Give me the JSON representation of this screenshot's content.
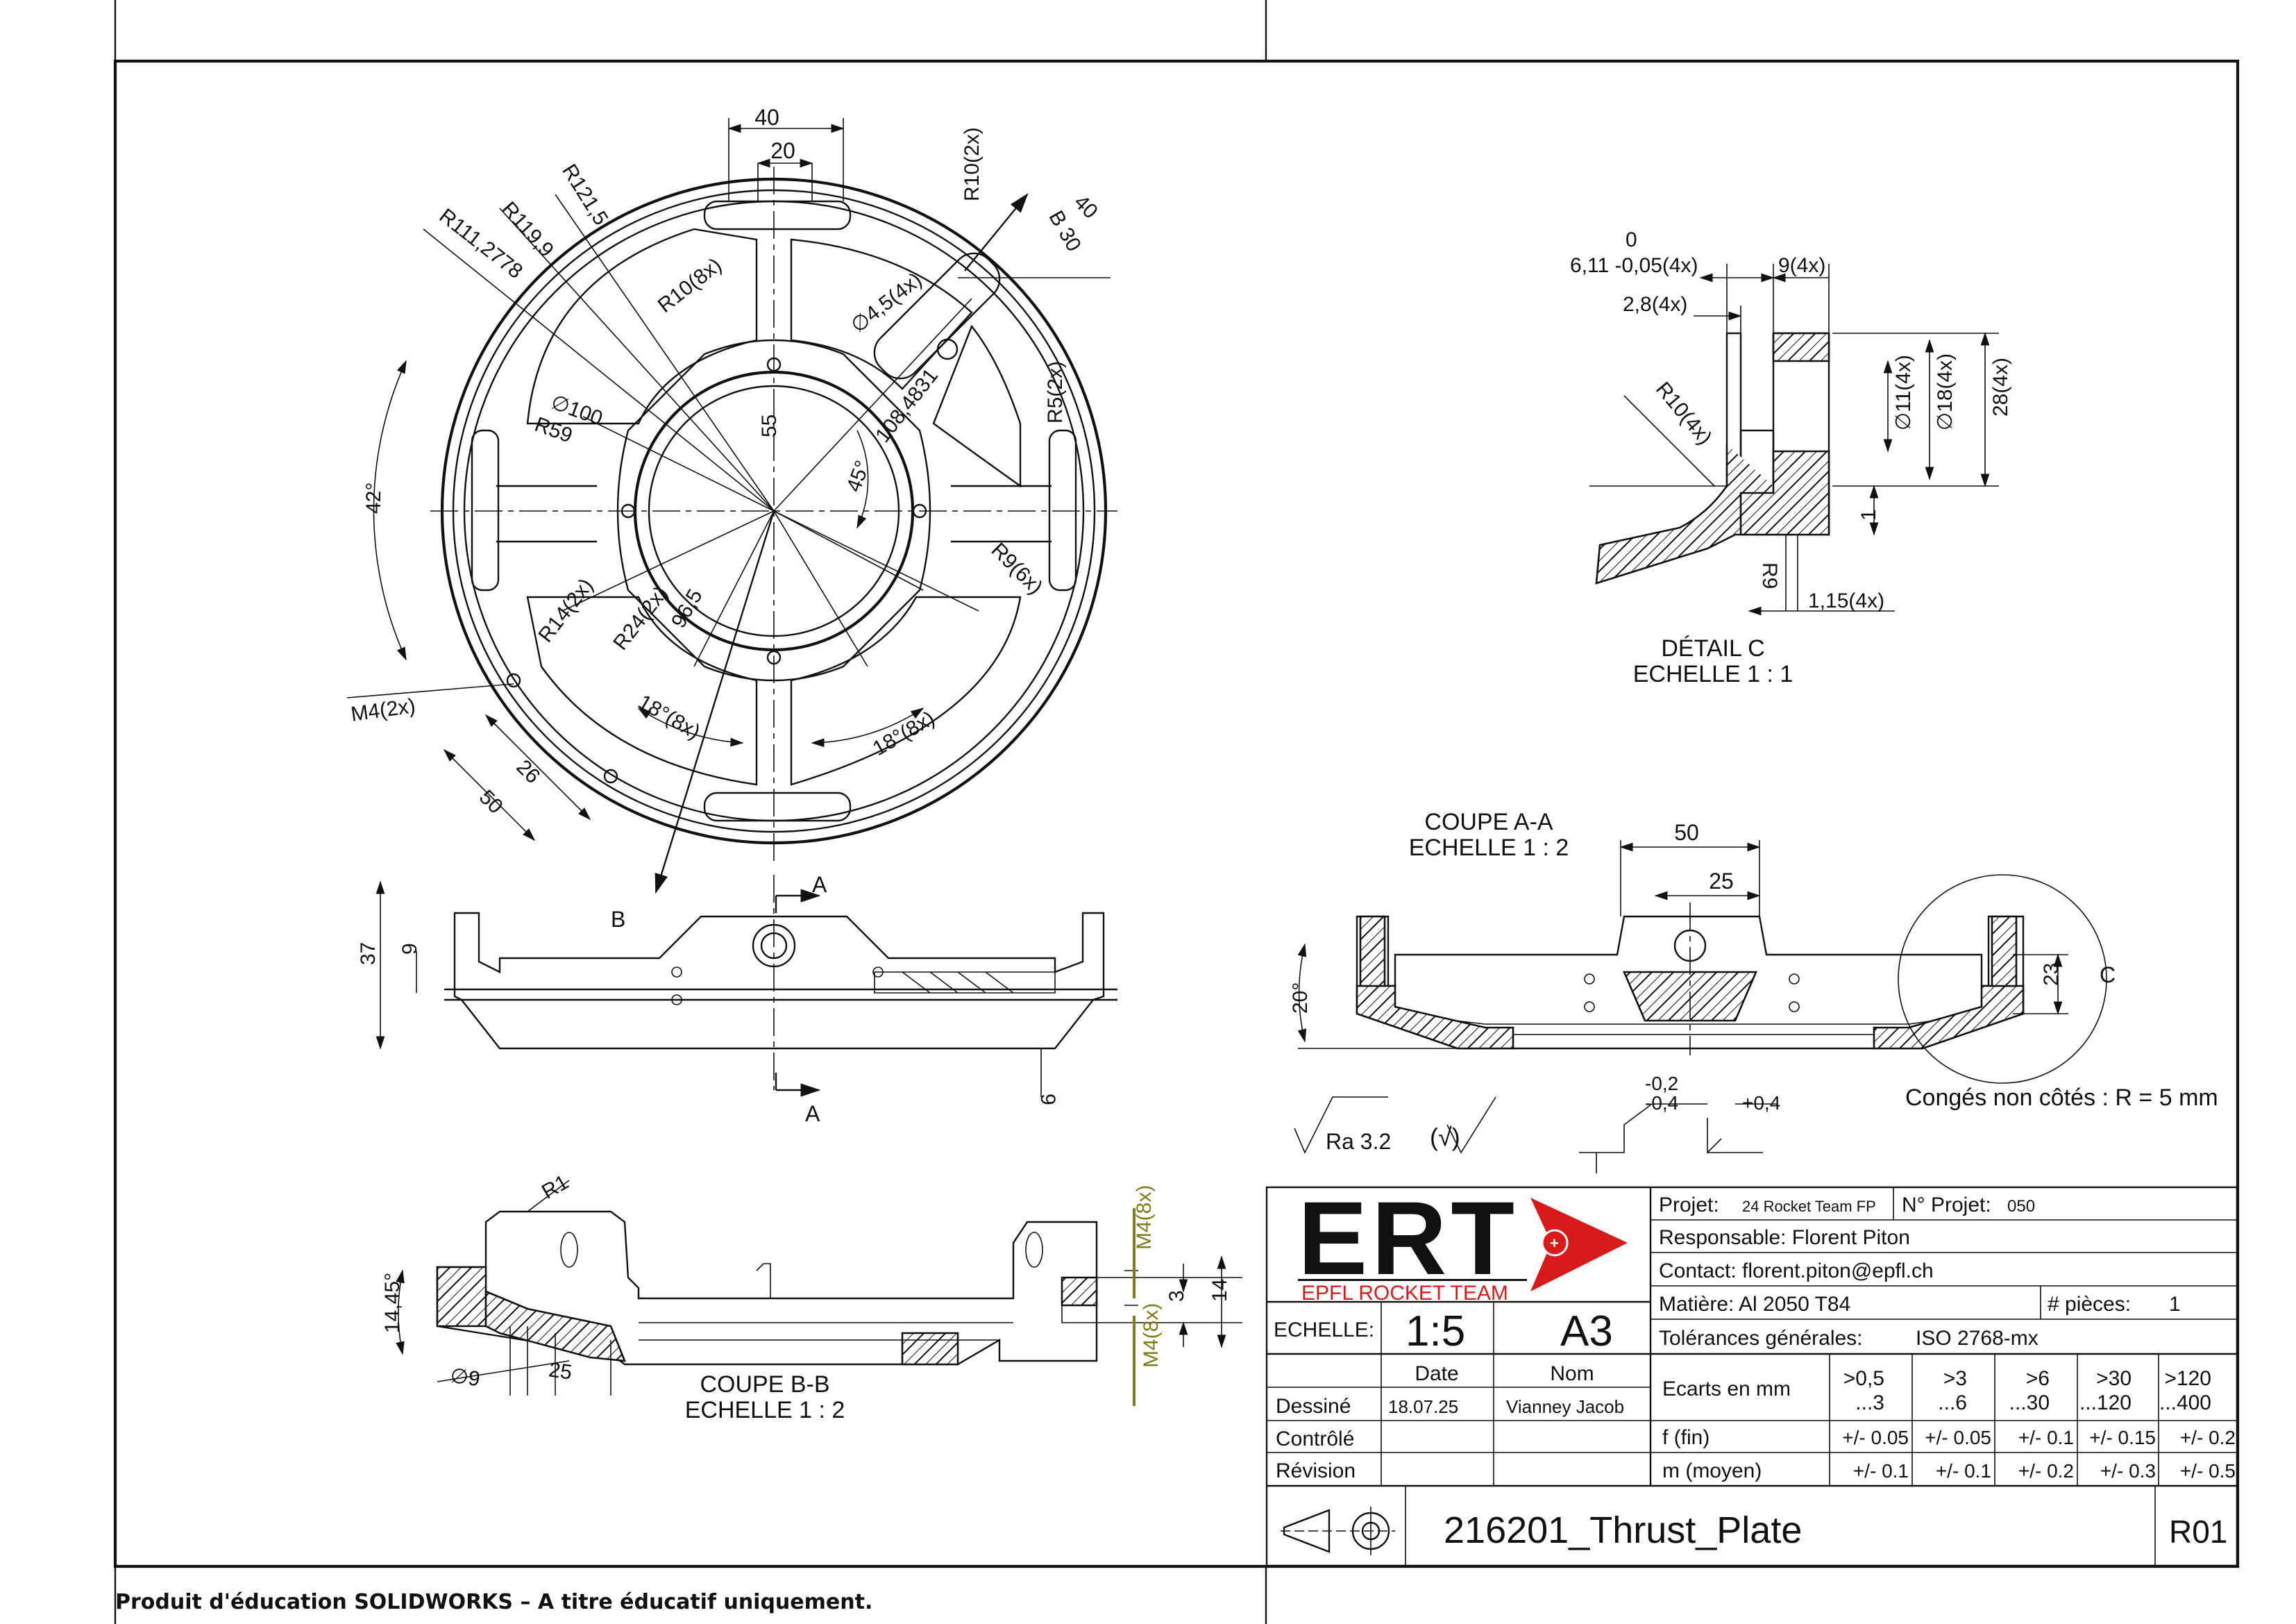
{
  "footer": {
    "notice": "Produit d'éducation SOLIDWORKS – A titre éducatif uniquement."
  },
  "top_view": {
    "dims": {
      "d40": "40",
      "d20": "20",
      "r121": "R121,5",
      "r119": "R119,9",
      "r111": "R111,2778",
      "r10_2x": "R10(2x)",
      "b30": "B 30",
      "d40b": "40",
      "r10_8x": "R10(8x)",
      "dia45": "∅4,5(4x)",
      "dia100": "∅100",
      "r59": "R59",
      "d55": "55",
      "d108": "108,4831",
      "a45": "45°",
      "r5": "R5(2x)",
      "a42": "42°",
      "r14": "R14(2x)",
      "r24": "R24(2x)",
      "d96": "96,5",
      "r9": "R9(6x)",
      "m4": "M4(2x)",
      "a18a": "18°(8x)",
      "a18b": "18°(8x)",
      "d26": "26",
      "d50": "50"
    }
  },
  "section_a_ref": {
    "label_a_top": "A",
    "label_a_bottom": "A",
    "label_b": "B",
    "d37": "37",
    "d9": "9",
    "d9b": "9"
  },
  "detail_c": {
    "d0": "0",
    "d611": "6,11 -0,05(4x)",
    "d9_4x": "9(4x)",
    "d28_4x": "2,8(4x)",
    "r10_4x": "R10(4x)",
    "dia11": "∅11(4x)",
    "dia18": "∅18(4x)",
    "d28": "28(4x)",
    "d1": "1",
    "r9": "R9",
    "d115": "1,15(4x)",
    "title": "DÉTAIL C",
    "scale": "ECHELLE 1 : 1"
  },
  "coupe_aa": {
    "title": "COUPE A-A",
    "scale": "ECHELLE 1 : 2",
    "d50": "50",
    "d25": "25",
    "d23": "23",
    "label_c": "C",
    "a20": "20°"
  },
  "coupe_bb": {
    "title": "COUPE B-B",
    "scale": "ECHELLE 1 : 2",
    "r1": "R1",
    "a1445": "14,45°",
    "dia9": "∅9",
    "d25": "25",
    "m4a": "M4(8x)",
    "m4b": "M4(8x)",
    "d3": "3",
    "d14": "14"
  },
  "notes": {
    "ra": "Ra 3.2",
    "check": "(√)",
    "tol_top": "-0,2",
    "tol_bot": "-0,4",
    "tol_plus": "+0,4",
    "conges": "Congés non côtés : R = 5 mm"
  },
  "title_block": {
    "logo_text": "ERT",
    "logo_sub": "EPFL ROCKET TEAM",
    "projet_label": "Projet:",
    "projet_value": "24 Rocket Team FP",
    "num_label": "N° Projet:",
    "num_value": "050",
    "responsable": "Responsable: Florent Piton",
    "contact": "Contact: florent.piton@epfl.ch",
    "matiere": "Matière: Al 2050 T84",
    "pieces_label": "# pièces:",
    "pieces_value": "1",
    "echelle_label": "ECHELLE:",
    "echelle_value": "1:5",
    "format": "A3",
    "tol_label": "Tolérances générales:",
    "tol_value": "ISO 2768-mx",
    "date_h": "Date",
    "nom_h": "Nom",
    "dessine": "Dessiné",
    "date_v": "18.07.25",
    "nom_v": "Vianney Jacob",
    "controle": "Contrôlé",
    "revision": "Révision",
    "ecarts": "Ecarts en mm",
    "ranges": [
      ">0,5 ...3",
      ">3 ...6",
      ">6 ...30",
      ">30 ...120",
      ">120 ...400"
    ],
    "fin_label": "f (fin)",
    "fin": [
      "+/- 0.05",
      "+/- 0.05",
      "+/- 0.1",
      "+/- 0.15",
      "+/- 0.2"
    ],
    "moyen_label": "m (moyen)",
    "moyen": [
      "+/- 0.1",
      "+/- 0.1",
      "+/- 0.2",
      "+/- 0.3",
      "+/- 0.5"
    ],
    "part_name": "216201_Thrust_Plate",
    "rev": "R01"
  }
}
